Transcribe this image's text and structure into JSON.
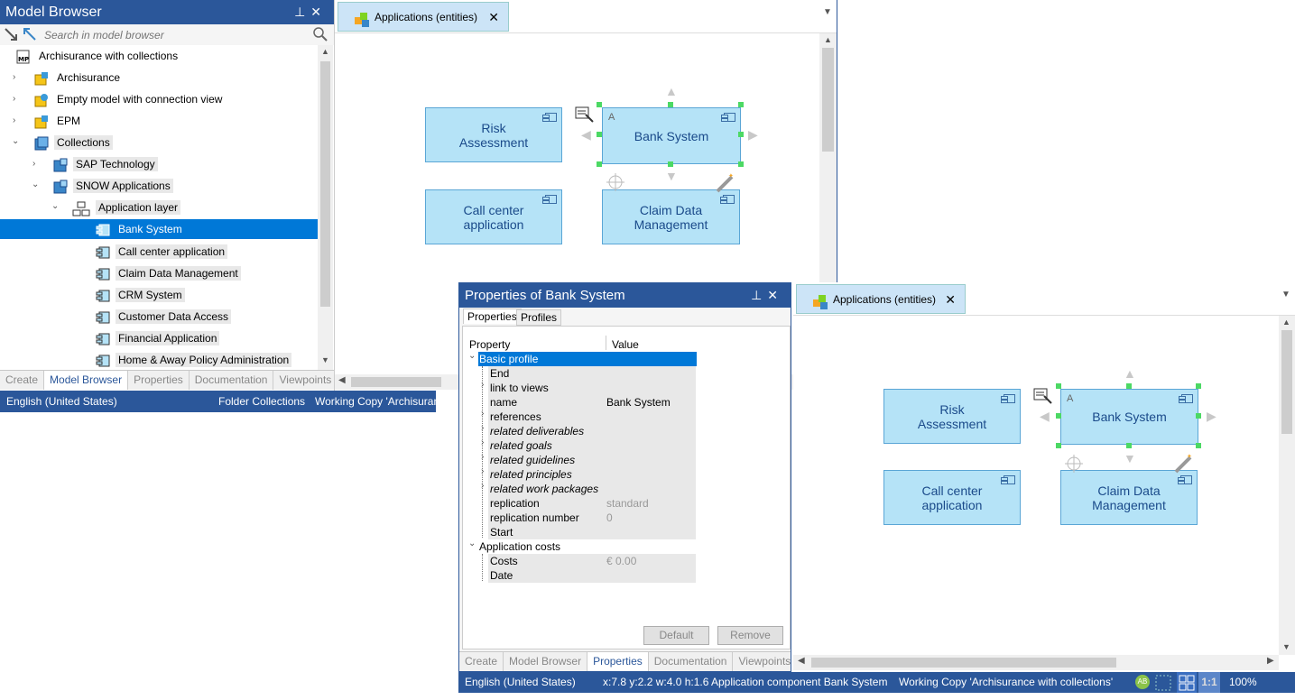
{
  "model_browser": {
    "title": "Model Browser",
    "search_placeholder": "Search in model browser",
    "tree": [
      {
        "label": "Archisurance with collections"
      },
      {
        "label": "Archisurance"
      },
      {
        "label": "Empty model with connection view"
      },
      {
        "label": "EPM"
      },
      {
        "label": "Collections"
      },
      {
        "label": "SAP Technology"
      },
      {
        "label": "SNOW Applications"
      },
      {
        "label": "Application layer"
      },
      {
        "label": "Bank System"
      },
      {
        "label": "Call center application"
      },
      {
        "label": "Claim Data Management"
      },
      {
        "label": "CRM System"
      },
      {
        "label": "Customer Data Access"
      },
      {
        "label": "Financial Application"
      },
      {
        "label": "Home & Away Policy Administration"
      }
    ],
    "bottom_tabs": [
      "Create",
      "Model Browser",
      "Properties",
      "Documentation",
      "Viewpoints"
    ],
    "active_tab": "Model Browser",
    "status": {
      "language": "English (United States)",
      "folder": "Folder Collections",
      "working_copy": "Working Copy 'Archisuran"
    }
  },
  "diagram1": {
    "tab_label": "Applications (entities)",
    "elements": [
      "Risk Assessment",
      "Bank System",
      "Call center application",
      "Claim Data Management"
    ],
    "selected_marker": "A"
  },
  "properties": {
    "title": "Properties of Bank System",
    "tabs": [
      "Properties",
      "Profiles"
    ],
    "col_property": "Property",
    "col_value": "Value",
    "rows": [
      {
        "name": "Basic profile",
        "value": ""
      },
      {
        "name": "End",
        "value": ""
      },
      {
        "name": "link to views",
        "value": ""
      },
      {
        "name": "name",
        "value": "Bank System"
      },
      {
        "name": "references",
        "value": ""
      },
      {
        "name": "related deliverables",
        "value": ""
      },
      {
        "name": "related goals",
        "value": ""
      },
      {
        "name": "related guidelines",
        "value": ""
      },
      {
        "name": "related principles",
        "value": ""
      },
      {
        "name": "related work packages",
        "value": ""
      },
      {
        "name": "replication",
        "value": "standard"
      },
      {
        "name": "replication number",
        "value": "0"
      },
      {
        "name": "Start",
        "value": ""
      },
      {
        "name": "Application costs",
        "value": ""
      },
      {
        "name": "Costs",
        "value": "€ 0.00"
      },
      {
        "name": "Date",
        "value": ""
      }
    ],
    "default_button": "Default",
    "remove_button": "Remove",
    "bottom_tabs": [
      "Create",
      "Model Browser",
      "Properties",
      "Documentation",
      "Viewpoints"
    ],
    "active_tab": "Properties"
  },
  "diagram2": {
    "tab_label": "Applications (entities)",
    "elements": [
      "Risk Assessment",
      "Bank System",
      "Call center application",
      "Claim Data Management"
    ],
    "selected_marker": "A"
  },
  "status2": {
    "language": "English (United States)",
    "coords": "x:7.8 y:2.2 w:4.0 h:1.6",
    "component": "Application component Bank System",
    "working_copy": "Working Copy 'Archisurance with collections'",
    "user": "AB",
    "scale": "1:1",
    "zoom": "100%"
  },
  "colors": {
    "accent": "#2b579a",
    "selection": "#0078d7",
    "element_fill": "#b5e3f7",
    "handle": "#4cd964"
  }
}
